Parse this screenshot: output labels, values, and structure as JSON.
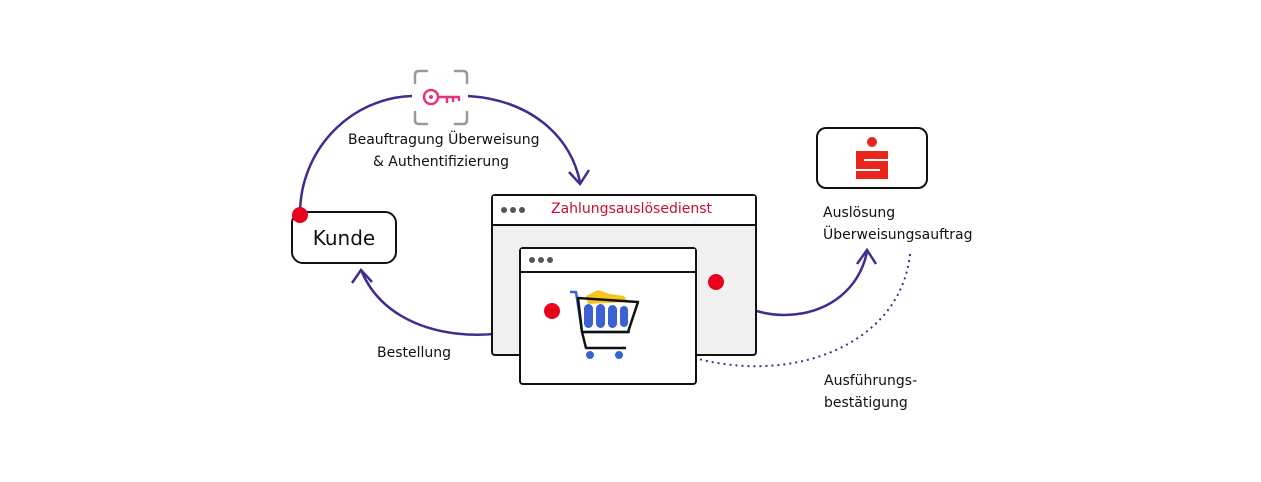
{
  "nodes": {
    "kunde": "Kunde",
    "service_window_title": "Zahlungsauslösedienst"
  },
  "labels": {
    "beauftragung_line1": "Beauftragung Überweisung",
    "beauftragung_line2": "& Authentifizierung",
    "ausloesung_line1": "Auslösung",
    "ausloesung_line2": "Überweisungsauftrag",
    "bestellung": "Bestellung",
    "bestaetigung_line1": "Ausführungs-",
    "bestaetigung_line2": "bestätigung"
  },
  "icons": {
    "authentication": "key-icon",
    "bank": "sparkasse-logo",
    "shop": "shopping-cart-icon"
  },
  "colors": {
    "arrow": "#3d2f8f",
    "dot": "#e8001c",
    "key": "#e5347d",
    "bank": "#e8261c",
    "cart_blue": "#3a62d0",
    "cart_yellow": "#f5c623",
    "title_red": "#c8102e"
  }
}
